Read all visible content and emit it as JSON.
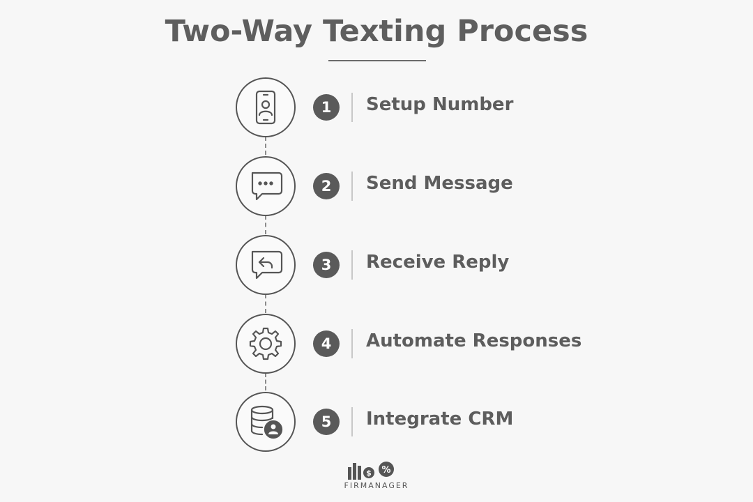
{
  "title": "Two-Way Texting Process",
  "steps": [
    {
      "number": "1",
      "label": "Setup Number",
      "icon": "smartphone-user-icon"
    },
    {
      "number": "2",
      "label": "Send Message",
      "icon": "chat-bubble-dots-icon"
    },
    {
      "number": "3",
      "label": "Receive Reply",
      "icon": "reply-arrow-bubble-icon"
    },
    {
      "number": "4",
      "label": "Automate Responses",
      "icon": "gear-icon"
    },
    {
      "number": "5",
      "label": "Integrate CRM",
      "icon": "database-user-icon"
    }
  ],
  "logo": {
    "text": "FIRMANAGER",
    "symbols": {
      "dollar": "$",
      "percent": "%"
    }
  },
  "colors": {
    "background": "#f7f7f7",
    "text": "#5d5d5d",
    "badge": "#5a5a5a",
    "line": "#555555"
  }
}
